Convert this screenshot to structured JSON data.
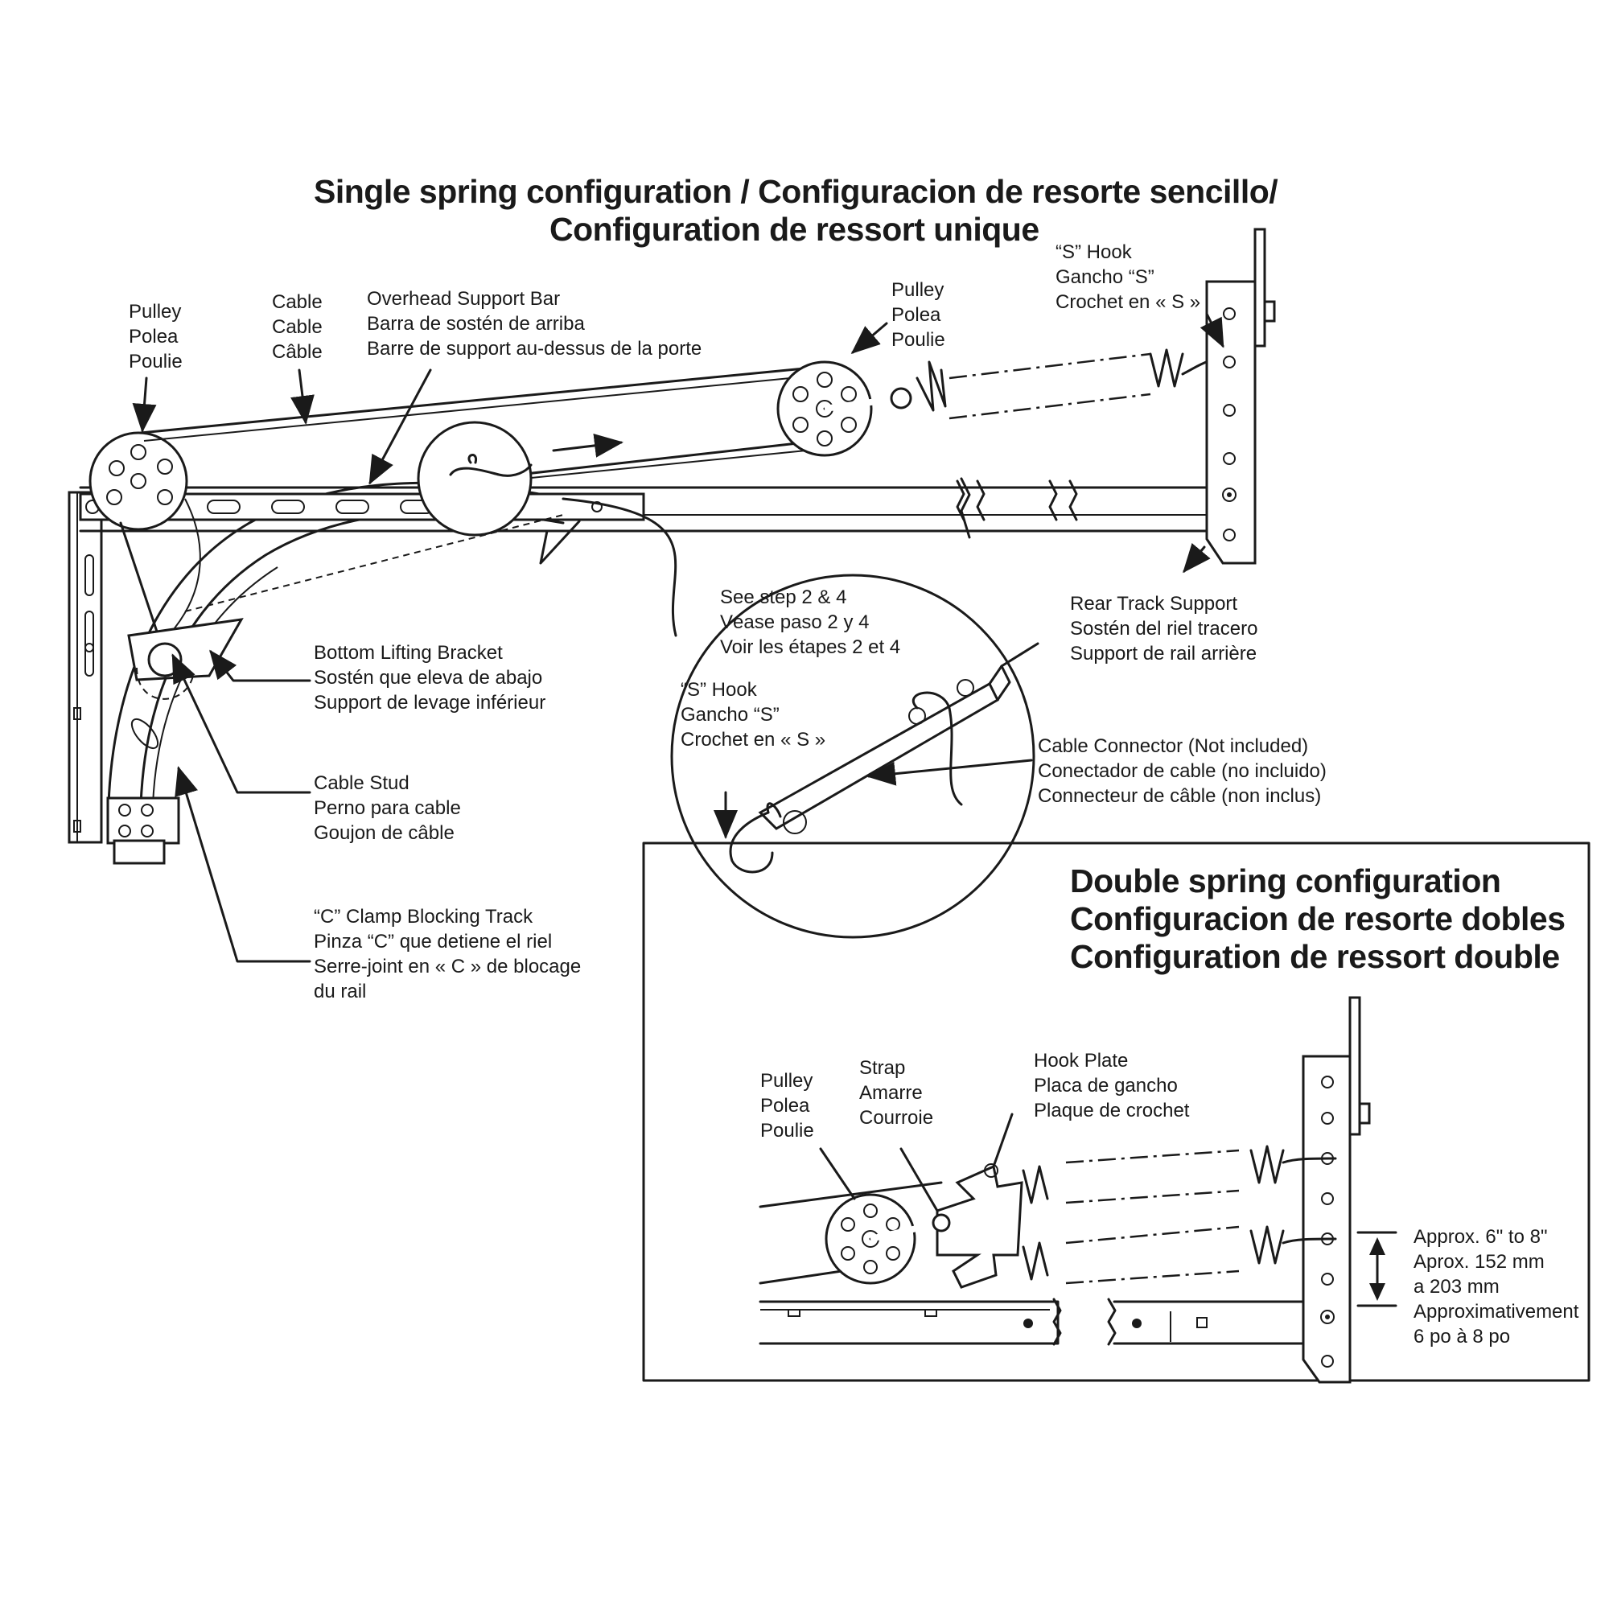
{
  "titles": {
    "single_line1": "Single spring configuration / Configuracion de resorte sencillo/",
    "single_line2": "Configuration de ressort unique",
    "double_line1": "Double spring configuration",
    "double_line2": "Configuracion de resorte dobles",
    "double_line3": "Configuration de ressort double"
  },
  "labels": {
    "pulley_left": [
      "Pulley",
      "Polea",
      "Poulie"
    ],
    "cable": [
      "Cable",
      "Cable",
      "Câble"
    ],
    "overhead_bar": [
      "Overhead Support Bar",
      "Barra de sostén de arriba",
      "Barre de support au-dessus de la porte"
    ],
    "pulley_right": [
      "Pulley",
      "Polea",
      "Poulie"
    ],
    "s_hook_top": [
      "“S” Hook",
      "Gancho “S”",
      "Crochet en « S »"
    ],
    "rear_track": [
      "Rear Track Support",
      "Sostén del riel tracero",
      "Support de rail arrière"
    ],
    "see_step": [
      "See step 2 & 4",
      "Véase paso 2 y 4",
      "Voir les étapes 2 et 4"
    ],
    "s_hook_detail": [
      "“S” Hook",
      "Gancho “S”",
      "Crochet en « S »"
    ],
    "cable_connector": [
      "Cable Connector (Not included)",
      "Conectador de cable (no incluido)",
      "Connecteur de câble (non inclus)"
    ],
    "bottom_bracket": [
      "Bottom Lifting Bracket",
      "Sostén que eleva de abajo",
      "Support de levage inférieur"
    ],
    "cable_stud": [
      "Cable Stud",
      "Perno para cable",
      "Goujon de câble"
    ],
    "c_clamp": [
      "“C” Clamp Blocking Track",
      "Pinza “C” que detiene el riel",
      "Serre-joint en « C » de blocage",
      "du rail"
    ],
    "pulley_double": [
      "Pulley",
      "Polea",
      "Poulie"
    ],
    "strap": [
      "Strap",
      "Amarre",
      "Courroie"
    ],
    "hook_plate": [
      "Hook Plate",
      "Placa de gancho",
      "Plaque de crochet"
    ],
    "approx": [
      "Approx. 6\" to 8\"",
      "Aprox. 152 mm",
      "a 203 mm",
      "Approximativement",
      "6 po à 8 po"
    ]
  }
}
